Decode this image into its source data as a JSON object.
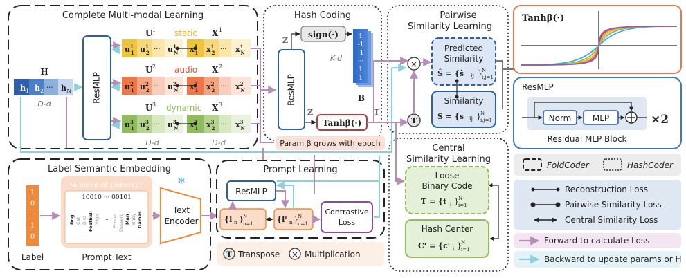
{
  "complete": {
    "title": "Complete Multi-modal Learning",
    "H_label": "H",
    "h_cells": [
      "h",
      "h",
      "···",
      "h"
    ],
    "h_subs": [
      "1",
      "2",
      "",
      "N"
    ],
    "Dd": "D-d",
    "resmlp": "ResMLP",
    "rows": [
      {
        "U": "U",
        "Usup": "1",
        "X": "X",
        "Xsup": "1",
        "mod": "static",
        "color": "#f2b624",
        "light": "#fbe6a8",
        "dark": "#f0c33c"
      },
      {
        "U": "U",
        "Usup": "2",
        "X": "X",
        "Xsup": "2",
        "mod": "audio",
        "color": "#e8552c",
        "light": "#f9cdb9",
        "dark": "#ef7646"
      },
      {
        "U": "U",
        "Usup": "3",
        "X": "X",
        "Xsup": "3",
        "mod": "dynamic",
        "color": "#8fbe55",
        "light": "#d6e8bf",
        "dark": "#8fbc5c"
      }
    ],
    "dd_u": "D-d",
    "dd_x": "D-d"
  },
  "hash": {
    "title": "Hash Coding",
    "Z": "Z",
    "Z2": "Z",
    "sign": "sign(·)",
    "resmlp": "ResMLP",
    "code": [
      "1",
      "-1",
      "-1",
      "···",
      "1",
      "1"
    ],
    "Kd": "K-d",
    "B": "B",
    "tanh": "Tanhβ(·)",
    "T": "T",
    "param_note": "Param β grows with epoch"
  },
  "pairwise": {
    "title1": "Pairwise",
    "title2": "Similarity Learning",
    "pred1": "Predicted",
    "pred2": "Similarity",
    "pred_eq": "Ŝ = {ŝ",
    "sim": "Similarity",
    "sim_eq": "S = {s"
  },
  "tanh_panel": {
    "title": "Tanhβ(·)"
  },
  "resmlp_panel": {
    "title": "ResMLP",
    "norm": "Norm",
    "mlp": "MLP",
    "times": "×2",
    "caption": "Residual MLP Block"
  },
  "legend": {
    "fold": "FoldCoder",
    "hashc": "HashCoder",
    "recon": "Reconstruction Loss",
    "pair": "Pairwise Similarity Loss",
    "central": "Central Similarity Loss",
    "forward": "Forward to calculate Loss",
    "backward": "Backward to update params or H"
  },
  "label_sem": {
    "title": "Label Semantic Embedding",
    "label": "Label",
    "label_bits": [
      "1",
      "0",
      "···",
      "1",
      "0"
    ],
    "prompt_quote": "\"A video of {labels}.\"",
    "bits": "10010 ··· 00101",
    "words": [
      "Dog",
      "Cat",
      "Bird",
      "Football",
      "Yoga",
      "···",
      "Phone",
      "Dessert",
      "Man",
      "Baby",
      "Games"
    ],
    "prompt_text": "Prompt Text",
    "encoder1": "Text",
    "encoder2": "Encoder"
  },
  "prompt": {
    "title": "Prompt Learning",
    "resmlp": "ResMLP",
    "ln": "{l",
    "lpn": "{l'",
    "contrast1": "Contrastive",
    "contrast2": "Loss"
  },
  "notes": {
    "transpose": "Transpose",
    "mult": "Multiplication",
    "T": "T",
    "x": "×"
  },
  "central": {
    "title1": "Central",
    "title2": "Similarity Learning",
    "loose1": "Loose",
    "loose2": "Binary Code",
    "loose_eq": "T = {t",
    "hc": "Hash Center",
    "hc_eq": "C' = {c'"
  }
}
